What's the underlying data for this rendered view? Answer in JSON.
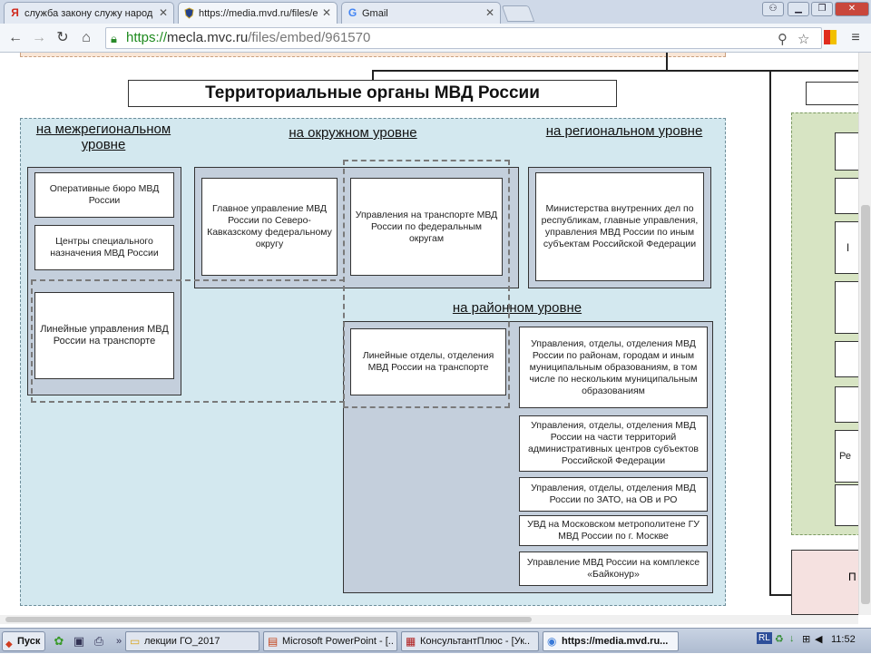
{
  "browser": {
    "tabs": [
      {
        "label": "служба закону служу народ",
        "favicon": "Я",
        "active": false
      },
      {
        "label": "https://media.mvd.ru/files/e",
        "favicon": "shield-icon",
        "active": true
      },
      {
        "label": "Gmail",
        "favicon": "G",
        "active": false
      }
    ],
    "url_scheme": "https://",
    "url_host": "mecla.mvc.ru",
    "url_path": "/files/embed/961570"
  },
  "chart": {
    "title": "Территориальные органы МВД России",
    "zones": {
      "interregional": "на межрегиональном уровне",
      "district": "на окружном уровне",
      "regional": "на региональном уровне",
      "local": "на районном уровне"
    },
    "boxes": {
      "operational_bureaus": "Оперативные бюро МВД России",
      "special_centers": "Центры специального назначения МВД России",
      "linear_transport": "Линейные управления МВД России на транспорте",
      "main_directorate_nc": "Главное управление МВД России по Северо-Кавказскому федеральному округу",
      "transport_directorates": "Управления на транспорте МВД России по федеральным округам",
      "ministries": "Министерства внутренних дел по республикам, главные управления, управления МВД России по иным субъектам Российской Федерации",
      "linear_departments": "Линейные отделы, отделения МВД России на транспорте",
      "district_departments": "Управления, отделы, отделения МВД России по районам, городам и иным муниципальным образованиям, в том числе по нескольким муниципальным образованиям",
      "admin_centers": "Управления, отделы, отделения МВД России на части территорий административных центров субъектов Российской Федерации",
      "zato": "Управления, отделы, отделения МВД России по ЗАТО, на ОВ и РО",
      "metro": "УВД на Московском метрополитене ГУ МВД России по г. Москве",
      "baikonur": "Управление МВД России на комплексе «Байконур»"
    },
    "right_fragments": {
      "a": "І",
      "b": "Ре",
      "c": "П"
    }
  },
  "taskbar": {
    "start": "Пуск",
    "items": [
      {
        "label": "лекции ГО_2017",
        "icon": "folder-icon",
        "active": false
      },
      {
        "label": "Microsoft PowerPoint - [..",
        "icon": "powerpoint-icon",
        "active": false
      },
      {
        "label": "КонсультантПлюс - [Ук..",
        "icon": "consultant-icon",
        "active": false
      },
      {
        "label": "https://media.mvd.ru...",
        "icon": "chrome-icon",
        "active": true
      }
    ],
    "lang": "RL",
    "time": "11:52"
  },
  "colors": {
    "outer_zone": "#d3e8ef",
    "panel": "#c4cfdc",
    "right_green": "#d7e4c3",
    "right_pink": "#f5e1e0",
    "top_strip": "#f9e6d6"
  }
}
